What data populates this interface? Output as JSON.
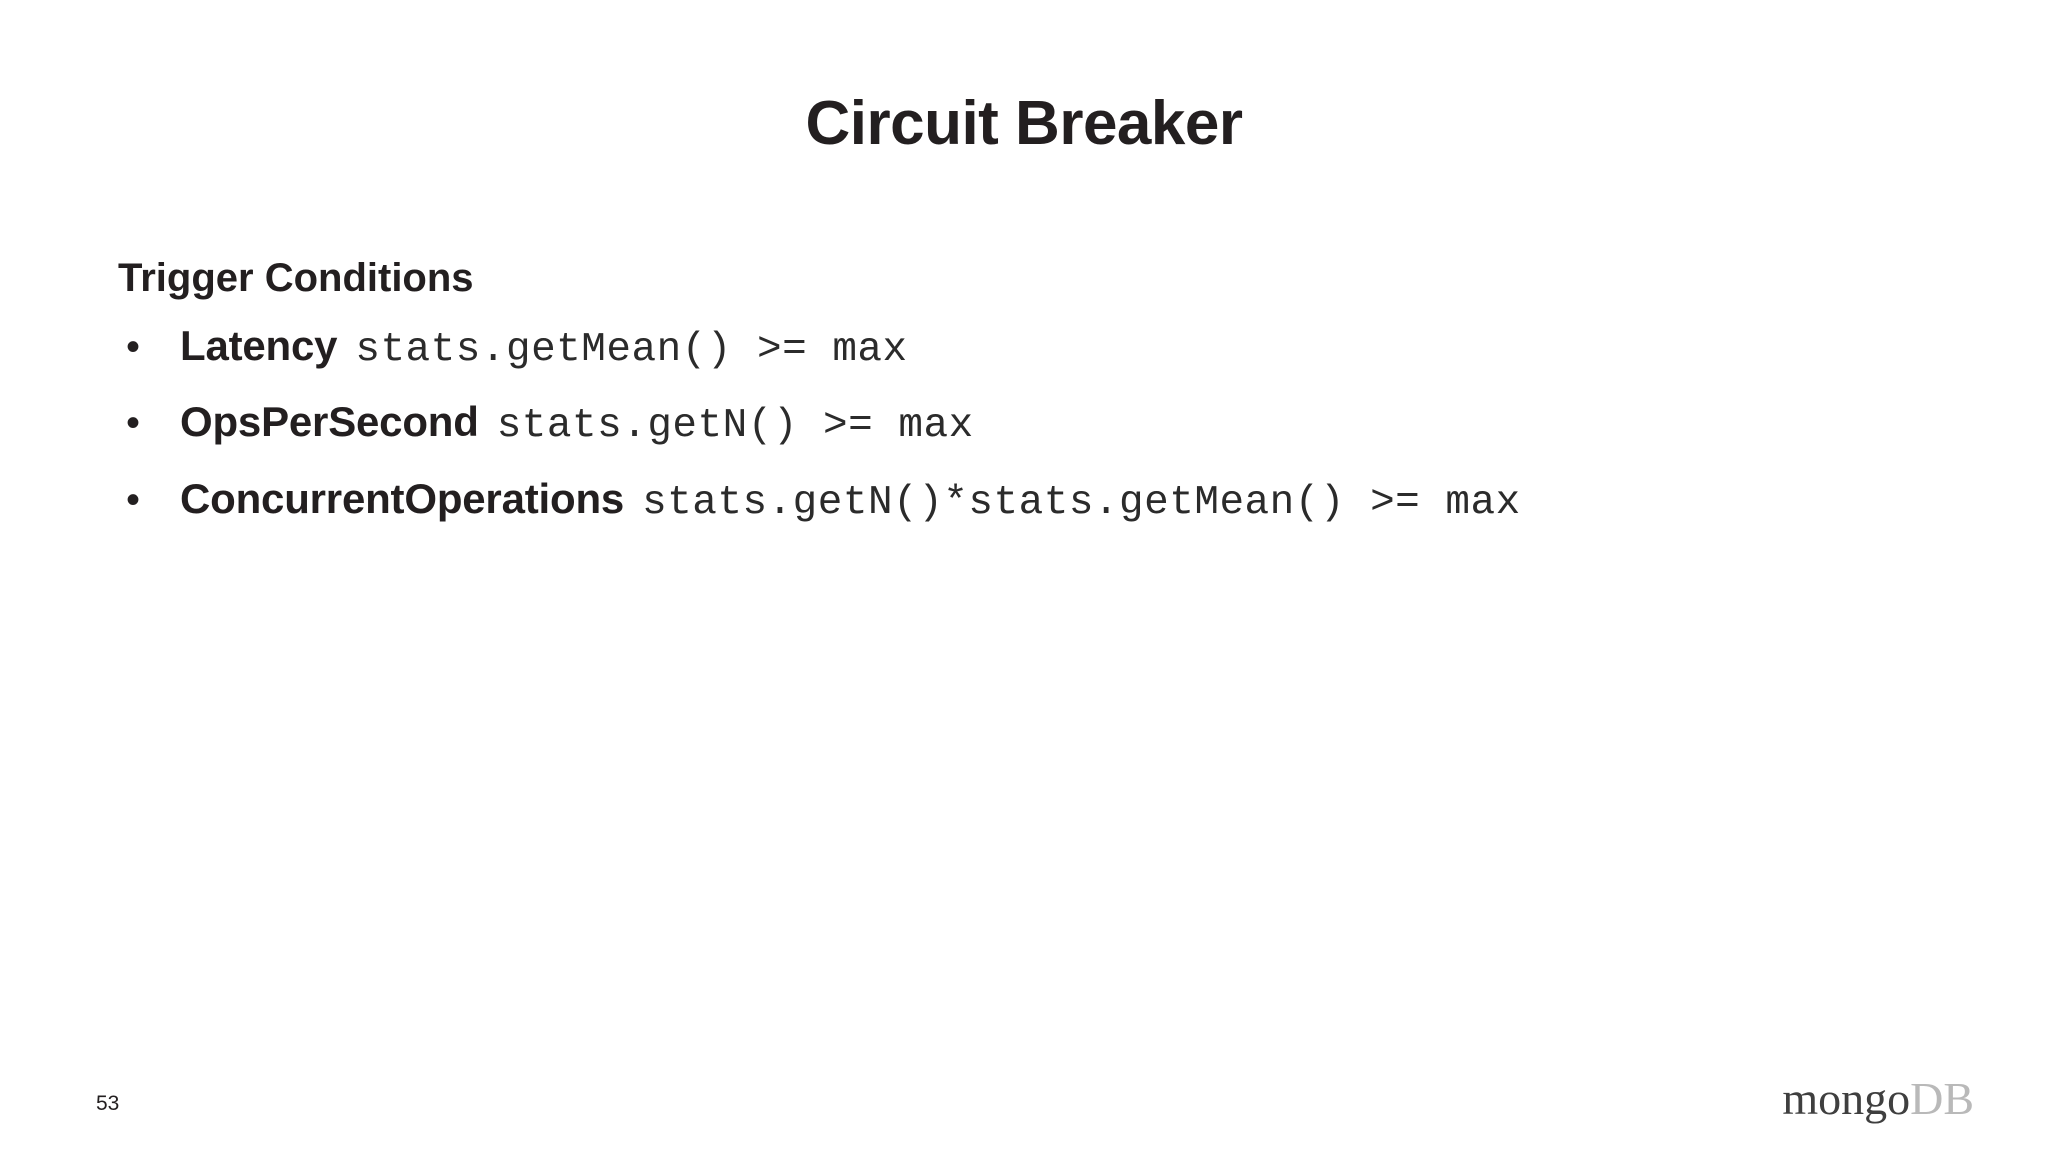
{
  "slide": {
    "title": "Circuit Breaker",
    "section_header": "Trigger Conditions",
    "bullet_marker": "•",
    "bullets": [
      {
        "label": "Latency",
        "code": "stats.getMean() >= max"
      },
      {
        "label": "OpsPerSecond",
        "code": "stats.getN() >= max"
      },
      {
        "label": "ConcurrentOperations",
        "code": "stats.getN()*stats.getMean() >= max"
      }
    ]
  },
  "footer": {
    "page_number": "53",
    "logo_primary": "mongo",
    "logo_secondary": "DB"
  },
  "colors": {
    "background": "#ffffff",
    "text": "#231f20",
    "code_text": "#2b2b2b",
    "logo_primary": "#3f3f3f",
    "logo_secondary": "#b9b9b9"
  }
}
